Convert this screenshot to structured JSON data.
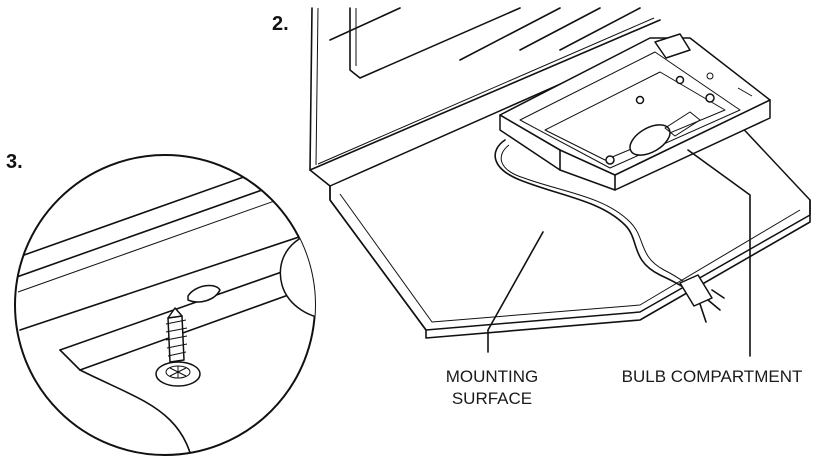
{
  "steps": {
    "step2": "2.",
    "step3": "3."
  },
  "labels": {
    "mounting_line1": "MOUNTING",
    "mounting_line2": "SURFACE",
    "bulb_compartment": "BULB COMPARTMENT"
  },
  "colors": {
    "ink": "#111111",
    "paper": "#ffffff"
  }
}
